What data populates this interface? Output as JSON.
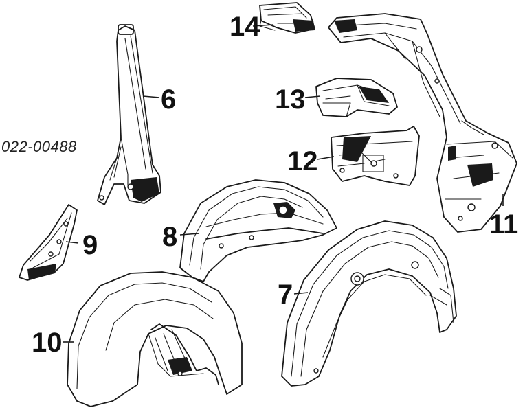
{
  "diagram": {
    "catalog_number": "022-00488",
    "callouts": [
      "14",
      "6",
      "13",
      "12",
      "11",
      "9",
      "8",
      "7",
      "10"
    ]
  }
}
